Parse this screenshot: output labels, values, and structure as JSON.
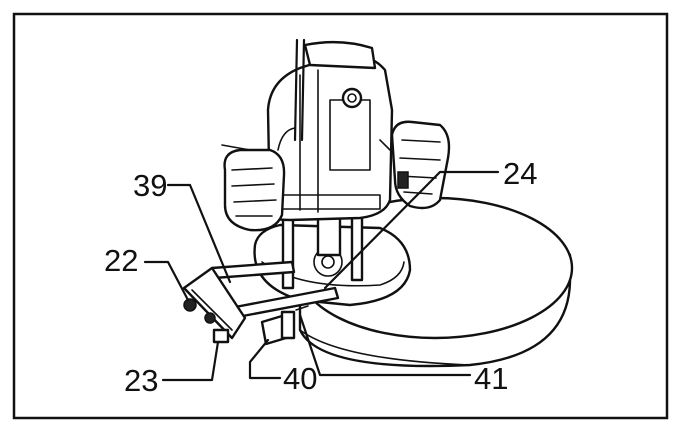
{
  "figure": {
    "callouts": [
      {
        "id": "39",
        "text": "39"
      },
      {
        "id": "24",
        "text": "24"
      },
      {
        "id": "22",
        "text": "22"
      },
      {
        "id": "23",
        "text": "23"
      },
      {
        "id": "40",
        "text": "40"
      },
      {
        "id": "41",
        "text": "41"
      }
    ]
  }
}
